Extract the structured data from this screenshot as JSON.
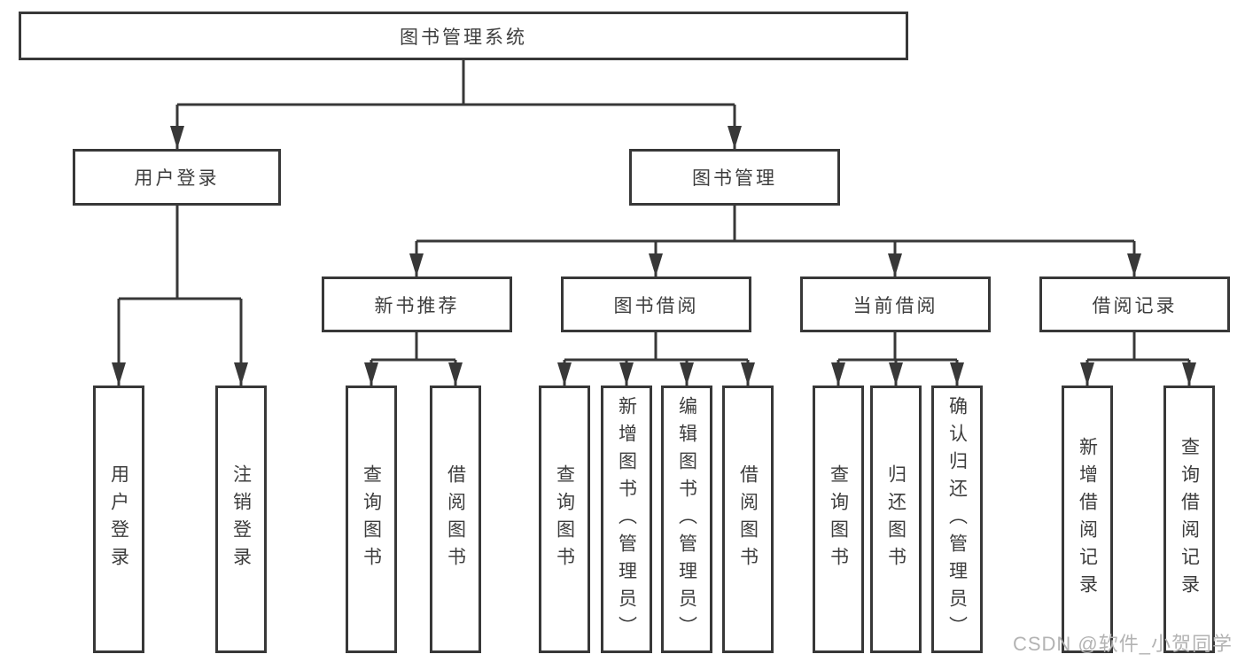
{
  "root": {
    "label": "图书管理系统"
  },
  "level2": {
    "user_login": {
      "label": "用户登录"
    },
    "book_management": {
      "label": "图书管理"
    }
  },
  "level3": {
    "new_book_recommend": {
      "label": "新书推荐"
    },
    "book_borrowing": {
      "label": "图书借阅"
    },
    "current_borrowing": {
      "label": "当前借阅"
    },
    "borrowing_records": {
      "label": "借阅记录"
    }
  },
  "leaves": {
    "user_login": [
      "用户登录",
      "注销登录"
    ],
    "new_book_recommend": [
      "查询图书",
      "借阅图书"
    ],
    "book_borrowing": [
      "查询图书",
      "新增图书（管理员）",
      "编辑图书（管理员）",
      "借阅图书"
    ],
    "current_borrowing": [
      "查询图书",
      "归还图书",
      "确认归还（管理员）"
    ],
    "borrowing_records": [
      "新增借阅记录",
      "查询借阅记录"
    ]
  },
  "watermark": "CSDN @软件_小贺同学",
  "colors": {
    "line": "#383838",
    "text": "#3d3d3d",
    "watermark": "#b3b3b3",
    "background": "#ffffff"
  }
}
